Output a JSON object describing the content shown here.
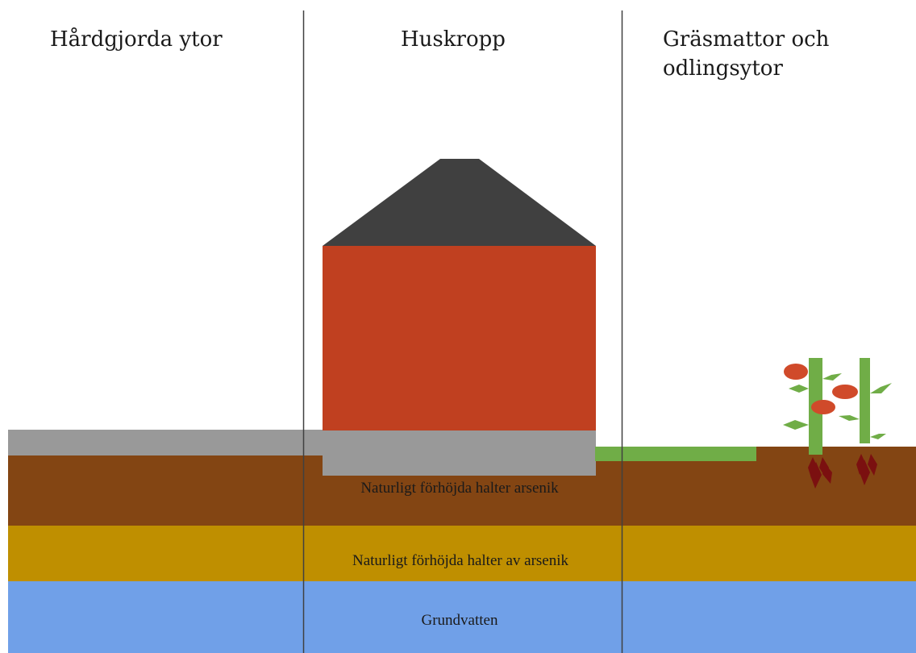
{
  "columns": {
    "paved": "Hårdgjorda ytor",
    "house": "Huskropp",
    "lawn_line1": "Gräsmattor och",
    "lawn_line2": "odlingsytor"
  },
  "layers": {
    "topsoil": "Naturligt förhöjda halter arsenik",
    "subsoil": "Naturligt förhöjda halter av arsenik",
    "groundwater": "Grundvatten"
  },
  "colors": {
    "roof": "#404040",
    "house_wall": "#c04020",
    "foundation": "#999999",
    "paved_surface": "#999999",
    "topsoil": "#834513",
    "subsoil": "#bf8f00",
    "groundwater": "#70a0e8",
    "grass": "#70ad47",
    "flower": "#d04a2a",
    "root": "#7b1010",
    "divider": "#404040"
  }
}
